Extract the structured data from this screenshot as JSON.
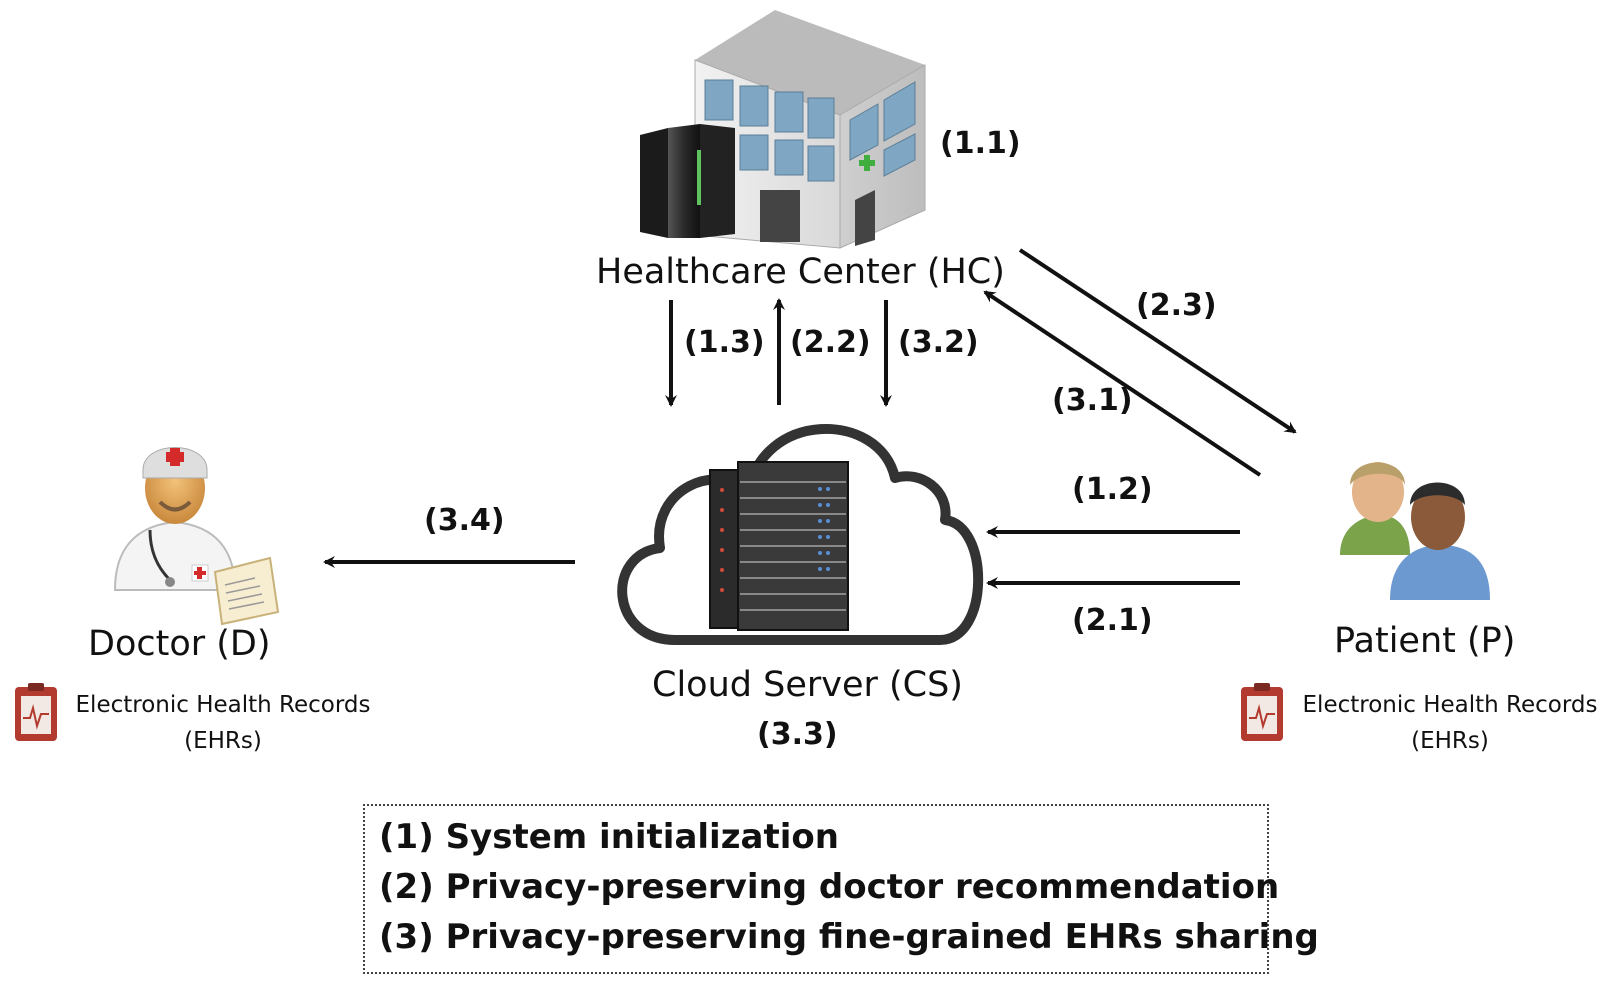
{
  "nodes": {
    "hc": "Healthcare Center (HC)",
    "cs": "Cloud Server (CS)",
    "doctor": "Doctor (D)",
    "patient": "Patient (P)"
  },
  "steps": {
    "s1_1": "(1.1)",
    "s1_2": "(1.2)",
    "s1_3": "(1.3)",
    "s2_1": "(2.1)",
    "s2_2": "(2.2)",
    "s2_3": "(2.3)",
    "s3_1": "(3.1)",
    "s3_2": "(3.2)",
    "s3_3": "(3.3)",
    "s3_4": "(3.4)"
  },
  "ehr": {
    "line1": "Electronic Health Records",
    "line2": "(EHRs)"
  },
  "legend": [
    "(1) System initialization",
    "(2) Privacy-preserving doctor recommendation",
    "(3) Privacy-preserving fine-grained EHRs sharing"
  ],
  "icons": [
    "hospital-building-icon",
    "server-rack-icon",
    "cloud-server-icon",
    "doctor-icon",
    "patients-icon",
    "ehr-clipboard-icon"
  ],
  "colors": {
    "arrow": "#111111",
    "ehr_icon": "#b23a2e",
    "building": "#e6e6e6",
    "glass": "#8fb3cc"
  }
}
